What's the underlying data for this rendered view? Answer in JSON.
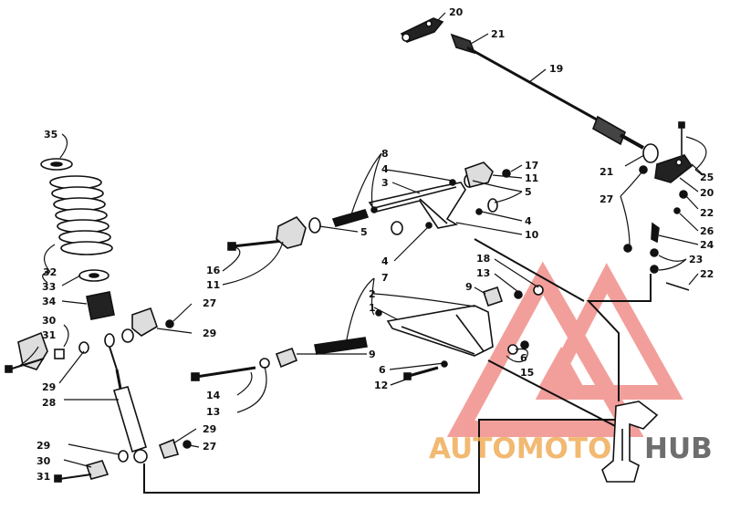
{
  "diagram": {
    "callouts": [
      "1",
      "2",
      "3",
      "4",
      "4",
      "4",
      "5",
      "5",
      "6",
      "6",
      "7",
      "8",
      "9",
      "9",
      "10",
      "11",
      "11",
      "12",
      "13",
      "13",
      "14",
      "15",
      "16",
      "17",
      "18",
      "19",
      "20",
      "20",
      "21",
      "21",
      "22",
      "22",
      "23",
      "24",
      "25",
      "26",
      "27",
      "27",
      "27",
      "28",
      "29",
      "29",
      "29",
      "29",
      "30",
      "30",
      "31",
      "31",
      "32",
      "33",
      "34",
      "35"
    ]
  },
  "watermark": {
    "part1": "AUTOMOTO",
    "part2": "HUB",
    "color_primary": "#e8524a",
    "color_secondary": "#f0ad5a",
    "color_dark": "#555555"
  }
}
